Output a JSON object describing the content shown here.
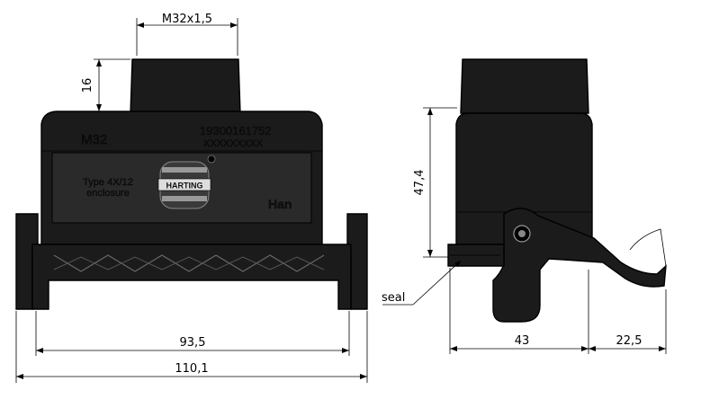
{
  "dimensions": {
    "thread": "M32x1,5",
    "spigot_height": "16",
    "inner_width": "93,5",
    "outer_width": "110,1",
    "height": "47,4",
    "depth": "43",
    "lever_reach": "22,5"
  },
  "housing_front": {
    "size_code": "M32",
    "part_number": "19300161752",
    "serial_mask": "XXXXXXXXX",
    "type_line1": "Type 4X/12",
    "type_line2": "enclosure",
    "brand": "HARTING",
    "series": "Han"
  },
  "callouts": {
    "seal": "seal"
  },
  "colors": {
    "body": "#1b1b1b",
    "label_panel": "#2a2a2a",
    "text": "#111111"
  }
}
